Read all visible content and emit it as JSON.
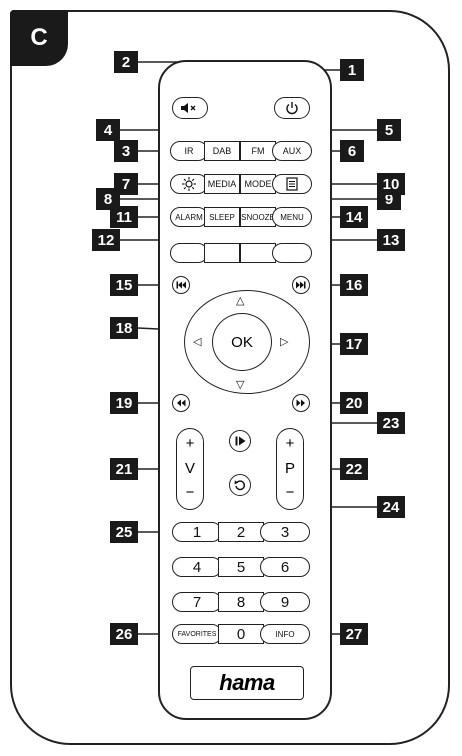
{
  "section_letter": "C",
  "callouts": [
    "1",
    "2",
    "3",
    "4",
    "5",
    "6",
    "7",
    "8",
    "9",
    "10",
    "11",
    "12",
    "13",
    "14",
    "15",
    "16",
    "17",
    "18",
    "19",
    "20",
    "21",
    "22",
    "23",
    "24",
    "25",
    "26",
    "27"
  ],
  "buttons": {
    "ir": "IR",
    "dab": "DAB",
    "fm": "FM",
    "aux": "AUX",
    "media": "MEDIA",
    "mode": "MODE",
    "alarm": "ALARM",
    "sleep": "SLEEP",
    "snooze": "SNOOZE",
    "menu": "MENU",
    "ok": "OK",
    "vol_plus": "+",
    "vol_label": "V",
    "vol_minus": "−",
    "prog_plus": "+",
    "prog_label": "P",
    "prog_minus": "−",
    "favorites": "FAVORITES",
    "info": "INFO",
    "digits": [
      "1",
      "2",
      "3",
      "4",
      "5",
      "6",
      "7",
      "8",
      "9",
      "0"
    ]
  },
  "brand": "hama"
}
